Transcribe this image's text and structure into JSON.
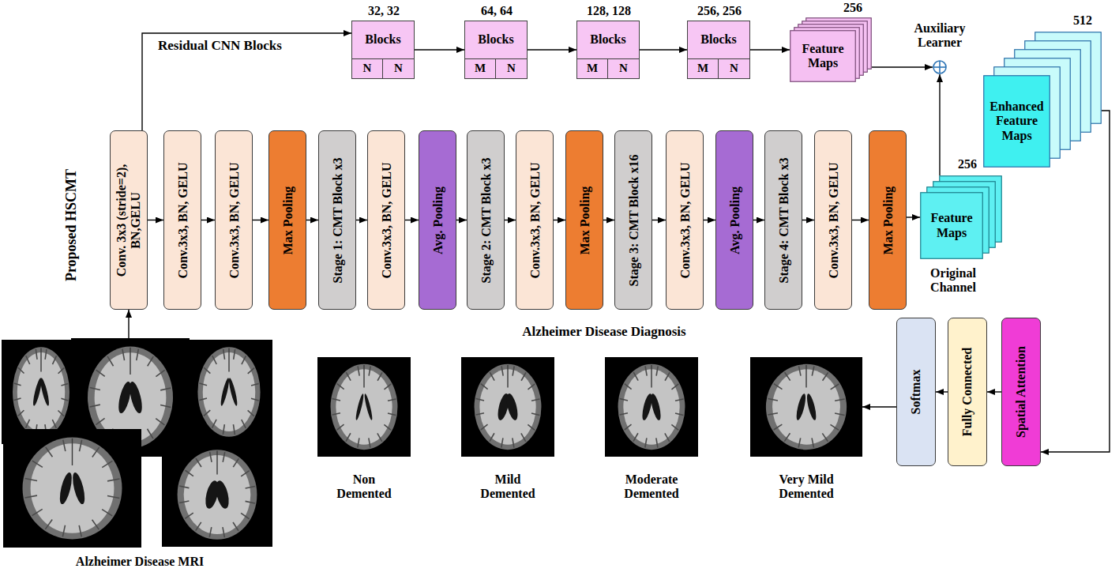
{
  "diagram": {
    "nodes": [
      {
        "text": [
          "Alzheimer Disease MRI"
        ]
      },
      {
        "text": [
          "Conv. 3x3 (stride=2), BN,GELU"
        ]
      },
      {
        "text": [
          "Conv.3x3, BN, GELU"
        ]
      },
      {
        "text": [
          "Conv.3x3, BN, GELU"
        ]
      },
      {
        "text": [
          "Max Pooling"
        ]
      },
      {
        "text": [
          "Stage 1: CMT Block x3"
        ]
      },
      {
        "text": [
          "Conv.3x3, BN, GELU"
        ]
      },
      {
        "text": [
          "Avg. Pooling"
        ]
      },
      {
        "text": [
          "Stage 2: CMT Block x3"
        ]
      },
      {
        "text": [
          "Conv.3x3, BN, GELU"
        ]
      },
      {
        "text": [
          "Max Pooling"
        ]
      },
      {
        "text": [
          "Stage 3: CMT Block x16"
        ]
      },
      {
        "text": [
          "Conv.3x3, BN, GELU"
        ]
      },
      {
        "text": [
          "Avg. Pooling"
        ]
      },
      {
        "text": [
          "Stage 4: CMT Block x3"
        ]
      },
      {
        "text": [
          "Conv.3x3, BN, GELU"
        ]
      },
      {
        "text": [
          "Max Pooling"
        ]
      },
      {
        "text": [
          "32, 32",
          "Blocks"
        ]
      },
      {
        "text": [
          "N"
        ],
        "in": 17
      },
      {
        "text": [
          "N"
        ],
        "in": 17
      },
      {
        "text": [
          "64, 64",
          "Blocks"
        ]
      },
      {
        "text": [
          "M"
        ],
        "in": 20
      },
      {
        "text": [
          "N"
        ],
        "in": 20
      },
      {
        "text": [
          "128, 128",
          "Blocks"
        ]
      },
      {
        "text": [
          "M"
        ],
        "in": 23
      },
      {
        "text": [
          "N"
        ],
        "in": 23
      },
      {
        "text": [
          "256, 256",
          "Blocks"
        ]
      },
      {
        "text": [
          "M"
        ],
        "in": 26
      },
      {
        "text": [
          "N"
        ],
        "in": 26
      },
      {
        "text": [
          "256",
          "Feature Maps"
        ]
      },
      {
        "text": [
          "Auxiliary Learner"
        ]
      },
      {
        "text": [
          "256",
          "Feature Maps",
          "Original Channel"
        ]
      },
      {
        "text": [
          "512",
          "Enhanced Feature Maps"
        ]
      },
      {
        "text": [
          "Spatial Attention"
        ]
      },
      {
        "text": [
          "Fully Connected"
        ]
      },
      {
        "text": [
          "Softmax"
        ]
      },
      {
        "text": [
          "Non Demented"
        ]
      },
      {
        "text": [
          "Mild Demented"
        ]
      },
      {
        "text": [
          "Moderate Demented"
        ]
      },
      {
        "text": [
          "Very Mild Demented"
        ]
      }
    ],
    "edges": [
      {
        "from": 0,
        "to": 1,
        "arrow": "to"
      },
      {
        "from": 1,
        "to": 2,
        "arrow": "to"
      },
      {
        "from": 2,
        "to": 3,
        "arrow": "to"
      },
      {
        "from": 3,
        "to": 4,
        "arrow": "to"
      },
      {
        "from": 4,
        "to": 5,
        "arrow": "to"
      },
      {
        "from": 5,
        "to": 6,
        "arrow": "to"
      },
      {
        "from": 6,
        "to": 7,
        "arrow": "to"
      },
      {
        "from": 7,
        "to": 8,
        "arrow": "to"
      },
      {
        "from": 8,
        "to": 9,
        "arrow": "to"
      },
      {
        "from": 9,
        "to": 10,
        "arrow": "to"
      },
      {
        "from": 10,
        "to": 11,
        "arrow": "to"
      },
      {
        "from": 11,
        "to": 12,
        "arrow": "to"
      },
      {
        "from": 12,
        "to": 13,
        "arrow": "to"
      },
      {
        "from": 13,
        "to": 14,
        "arrow": "to"
      },
      {
        "from": 14,
        "to": 15,
        "arrow": "to"
      },
      {
        "from": 15,
        "to": 16,
        "arrow": "to"
      },
      {
        "from": 16,
        "to": 31,
        "arrow": "to"
      },
      {
        "from": 1,
        "to": 17,
        "arrow": "to"
      },
      {
        "from": 17,
        "to": 20,
        "arrow": "to"
      },
      {
        "from": 20,
        "to": 23,
        "arrow": "to"
      },
      {
        "from": 23,
        "to": 26,
        "arrow": "to"
      },
      {
        "from": 26,
        "to": 29,
        "arrow": "to"
      },
      {
        "from": 29,
        "to": 30,
        "arrow": "to"
      },
      {
        "from": 31,
        "to": 30,
        "arrow": "to"
      },
      {
        "from": 32,
        "to": 33,
        "arrow": "to"
      },
      {
        "from": 33,
        "to": 34,
        "arrow": "to"
      },
      {
        "from": 34,
        "to": 35,
        "arrow": "to"
      },
      {
        "from": 35,
        "to": 39,
        "arrow": "to"
      }
    ],
    "labels": [
      "Proposed HSCMT",
      "Residual CNN Blocks",
      "Alzheimer Disease Diagnosis"
    ]
  }
}
